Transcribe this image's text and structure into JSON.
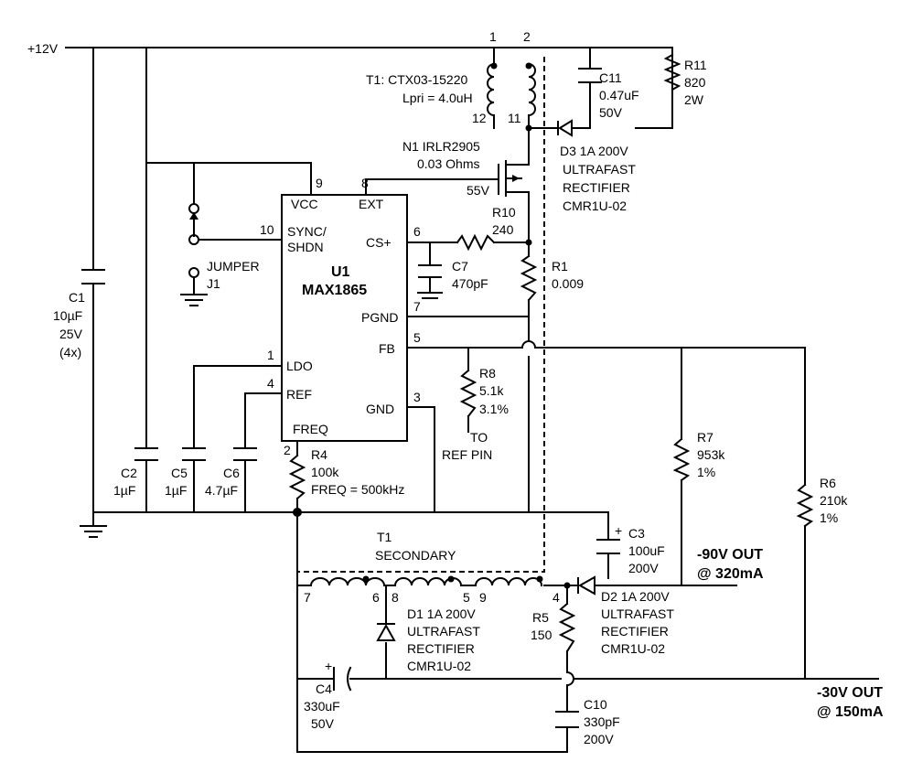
{
  "supply": {
    "label": "+12V"
  },
  "t1": {
    "label": "T1: CTX03-15220",
    "lpri": "Lpri = 4.0uH",
    "pin1": "1",
    "pin2": "2",
    "pin12": "12",
    "pin11": "11",
    "secondary_label": "T1",
    "secondary_label2": "SECONDARY",
    "pin7": "7",
    "pin6": "6",
    "pin8": "8",
    "pin5": "5",
    "pin9": "9",
    "pin4": "4"
  },
  "u1": {
    "name": "U1",
    "part": "MAX1865",
    "vcc": "VCC",
    "ext": "EXT",
    "sync": "SYNC/",
    "shdn": "SHDN",
    "cs": "CS+",
    "pgnd": "PGND",
    "fb": "FB",
    "ldo": "LDO",
    "ref": "REF",
    "gnd": "GND",
    "freq": "FREQ",
    "p9": "9",
    "p8": "8",
    "p10": "10",
    "p6": "6",
    "p7": "7",
    "p5": "5",
    "p1": "1",
    "p4": "4",
    "p3": "3",
    "p2": "2"
  },
  "n1": {
    "label": "N1 IRLR2905",
    "ohms": "0.03 Ohms",
    "volt": "55V"
  },
  "d3": {
    "l1": "D3 1A 200V",
    "l2": "ULTRAFAST",
    "l3": "RECTIFIER",
    "l4": "CMR1U-02"
  },
  "c11": {
    "name": "C11",
    "value": "0.47uF",
    "volt": "50V"
  },
  "r11": {
    "name": "R11",
    "value": "820",
    "power": "2W"
  },
  "r10": {
    "name": "R10",
    "value": "240"
  },
  "c7": {
    "name": "C7",
    "value": "470pF"
  },
  "r1": {
    "name": "R1",
    "value": "0.009"
  },
  "jumper": {
    "l1": "JUMPER",
    "l2": "J1"
  },
  "c1": {
    "name": "C1",
    "value": "10µF",
    "volt": "25V",
    "qty": "(4x)"
  },
  "r8": {
    "name": "R8",
    "value": "5.1k",
    "tol": "3.1%"
  },
  "refpin": {
    "l1": "TO",
    "l2": "REF PIN"
  },
  "c2": {
    "name": "C2",
    "value": "1µF"
  },
  "c5": {
    "name": "C5",
    "value": "1µF"
  },
  "c6": {
    "name": "C6",
    "value": "4.7µF"
  },
  "r4": {
    "name": "R4",
    "value": "100k",
    "freq": "FREQ = 500kHz"
  },
  "r7": {
    "name": "R7",
    "value": "953k",
    "tol": "1%"
  },
  "r6": {
    "name": "R6",
    "value": "210k",
    "tol": "1%"
  },
  "c3": {
    "name": "C3",
    "value": "100uF",
    "volt": "200V",
    "plus": "+"
  },
  "out90": {
    "l1": "-90V OUT",
    "l2": "@ 320mA"
  },
  "d2": {
    "l1": "D2 1A 200V",
    "l2": "ULTRAFAST",
    "l3": "RECTIFIER",
    "l4": "CMR1U-02"
  },
  "d1": {
    "l1": "D1 1A 200V",
    "l2": "ULTRAFAST",
    "l3": "RECTIFIER",
    "l4": "CMR1U-02"
  },
  "r5": {
    "name": "R5",
    "value": "150"
  },
  "c4": {
    "name": "C4",
    "value": "330uF",
    "volt": "50V",
    "plus": "+"
  },
  "c10": {
    "name": "C10",
    "value": "330pF",
    "volt": "200V"
  },
  "out30": {
    "l1": "-30V OUT",
    "l2": "@ 150mA"
  }
}
